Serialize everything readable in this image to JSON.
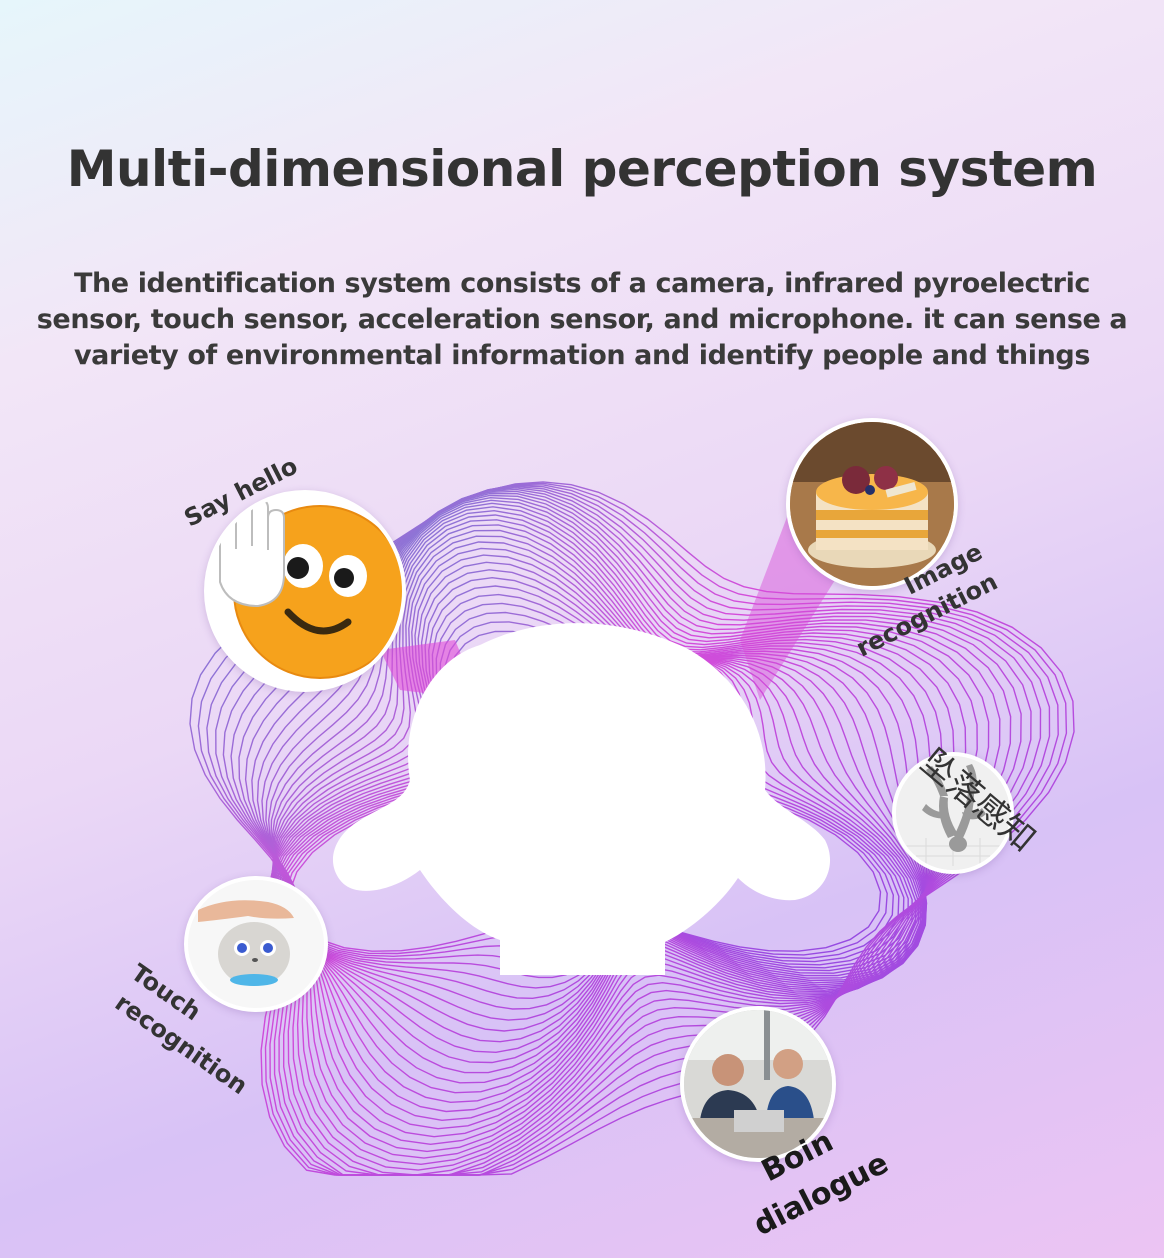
{
  "header": {
    "title": "Multi-dimensional perception system",
    "description": "The identification system consists of a camera, infrared pyroelectric sensor, touch sensor, acceleration sensor, and microphone. it can sense a variety of environmental information and identify people and things"
  },
  "features": {
    "say_hello": {
      "label": "Say hello",
      "icon": "smiley-waving-hand-icon"
    },
    "image_recognition": {
      "label_line1": "Image",
      "label_line2": "recognition",
      "icon": "cake-photo"
    },
    "fall_perception": {
      "label": "坠落感知",
      "icon": "falling-figure-icon"
    },
    "touch_recognition": {
      "label_line1": "Touch",
      "label_line2": "recognition",
      "icon": "hand-petting-robot-photo"
    },
    "dialogue": {
      "label_line1": "Boin",
      "label_line2": "dialogue",
      "icon": "two-men-talking-photo"
    }
  },
  "colors": {
    "title": "#333333",
    "wave_magenta": "#d23fd8",
    "wave_purple": "#8a3fe0",
    "wave_blue": "#5b7fd0",
    "smiley": "#f6a21c"
  }
}
